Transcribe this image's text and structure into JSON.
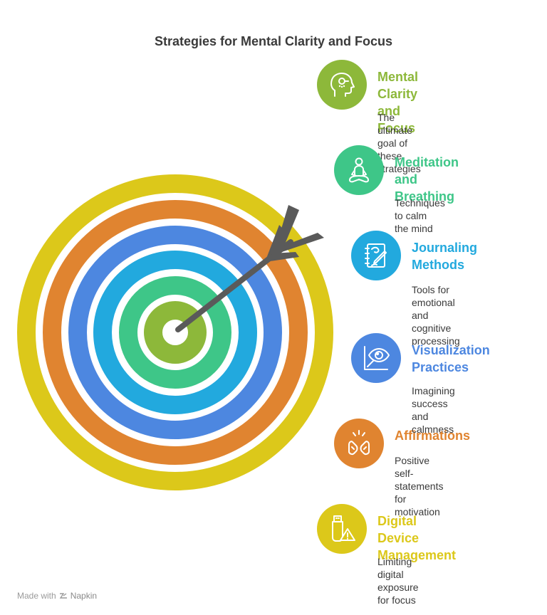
{
  "title": "Strategies for Mental Clarity and Focus",
  "colors": {
    "yellow": "#DCC81A",
    "orange": "#E08430",
    "blue": "#4D87E0",
    "cyan": "#22A9DE",
    "green": "#3EC688",
    "lime": "#8DB83A",
    "arrow": "#5A5A5A"
  },
  "items": [
    {
      "heading": "Mental Clarity\nand Focus",
      "description": "The ultimate goal of\nthese strategies",
      "color": "#8DB83A",
      "icon": "head-thought-icon"
    },
    {
      "heading": "Meditation and\nBreathing",
      "description": "Techniques to calm\nthe mind",
      "color": "#3EC688",
      "icon": "meditation-icon"
    },
    {
      "heading": "Journaling\nMethods",
      "description": "Tools for emotional\nand cognitive\nprocessing",
      "color": "#22A9DE",
      "icon": "journal-pen-icon"
    },
    {
      "heading": "Visualization\nPractices",
      "description": "Imagining success\nand calmness",
      "color": "#4D87E0",
      "icon": "eye-chart-icon"
    },
    {
      "heading": "Affirmations",
      "description": "Positive self-\nstatements for\nmotivation",
      "color": "#E08430",
      "icon": "clapping-hands-icon"
    },
    {
      "heading": "Digital Device\nManagement",
      "description": "Limiting digital\nexposure for focus",
      "color": "#DCC81A",
      "icon": "usb-warning-icon"
    }
  ],
  "footer": {
    "made_with": "Made with",
    "brand": "Napkin"
  }
}
